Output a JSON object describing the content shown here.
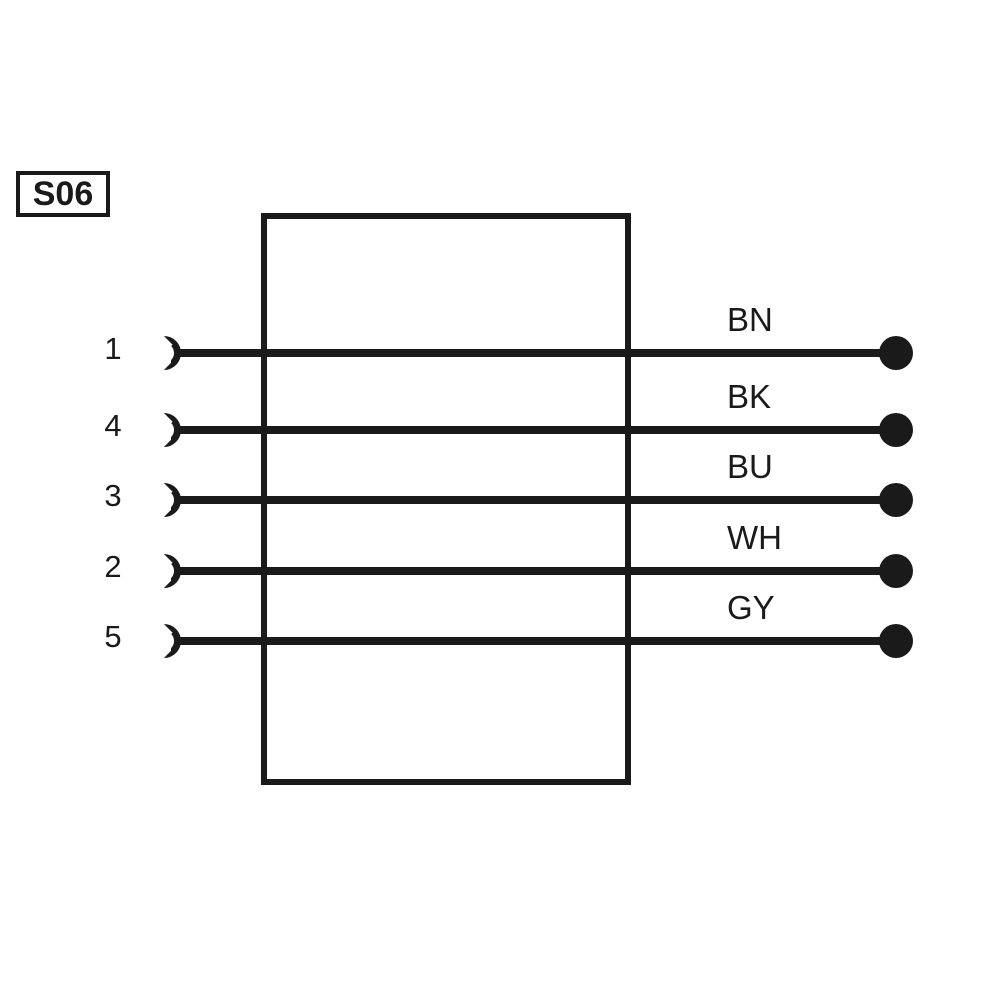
{
  "diagram": {
    "background_color": "#ffffff",
    "line_color": "#1a1a1a",
    "reference_designator": "S06",
    "housing": {
      "shape": "rectangle"
    },
    "connections": [
      {
        "pin": "1",
        "wire_color_code": "BN",
        "socket": "socket-icon",
        "terminal": "terminal-dot"
      },
      {
        "pin": "4",
        "wire_color_code": "BK",
        "socket": "socket-icon",
        "terminal": "terminal-dot"
      },
      {
        "pin": "3",
        "wire_color_code": "BU",
        "socket": "socket-icon",
        "terminal": "terminal-dot"
      },
      {
        "pin": "2",
        "wire_color_code": "WH",
        "socket": "socket-icon",
        "terminal": "terminal-dot"
      },
      {
        "pin": "5",
        "wire_color_code": "GY",
        "socket": "socket-icon",
        "terminal": "terminal-dot"
      }
    ]
  }
}
